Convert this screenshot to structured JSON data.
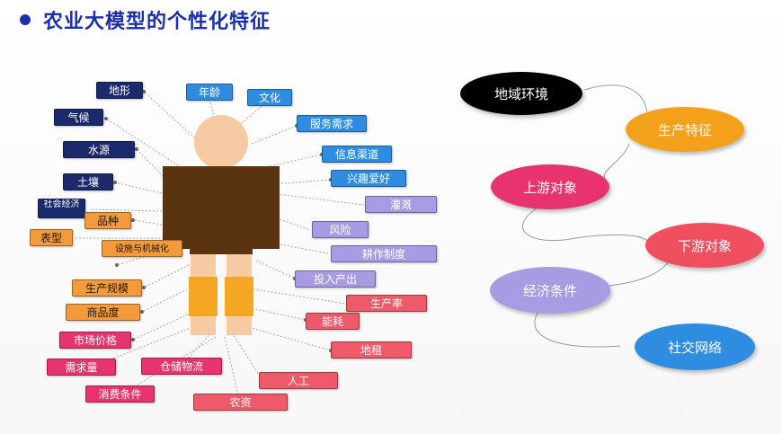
{
  "title": "农业大模型的个性化特征",
  "colors": {
    "title": "#1b2fa8",
    "body_brown": "#5a3410",
    "skin": "#f6caa2",
    "leg_orange": "#f5a623"
  },
  "left_tags": [
    {
      "label": "地形",
      "color": "c-navy"
    },
    {
      "label": "气候",
      "color": "c-navy"
    },
    {
      "label": "水源",
      "color": "c-navy"
    },
    {
      "label": "土壤",
      "color": "c-navy"
    },
    {
      "label": "社会经济",
      "color": "c-navy"
    },
    {
      "label": "品种",
      "color": "c-orange"
    },
    {
      "label": "表型",
      "color": "c-orange"
    },
    {
      "label": "设施与机械化",
      "color": "c-orange"
    },
    {
      "label": "生产规模",
      "color": "c-orange"
    },
    {
      "label": "商品度",
      "color": "c-orange"
    },
    {
      "label": "市场价格",
      "color": "c-pink"
    },
    {
      "label": "需求量",
      "color": "c-pink"
    },
    {
      "label": "仓储物流",
      "color": "c-pink"
    },
    {
      "label": "消费条件",
      "color": "c-pink"
    }
  ],
  "right_tags": [
    {
      "label": "年龄",
      "color": "c-blue"
    },
    {
      "label": "文化",
      "color": "c-blue"
    },
    {
      "label": "服务需求",
      "color": "c-blue"
    },
    {
      "label": "信息渠道",
      "color": "c-blue"
    },
    {
      "label": "兴趣爱好",
      "color": "c-blue"
    },
    {
      "label": "灌溉",
      "color": "c-lav"
    },
    {
      "label": "风险",
      "color": "c-lav"
    },
    {
      "label": "耕作制度",
      "color": "c-lav"
    },
    {
      "label": "投入产出",
      "color": "c-lav"
    },
    {
      "label": "生产率",
      "color": "c-red"
    },
    {
      "label": "能耗",
      "color": "c-red"
    },
    {
      "label": "地租",
      "color": "c-red"
    },
    {
      "label": "人工",
      "color": "c-red"
    },
    {
      "label": "农资",
      "color": "c-red"
    }
  ],
  "ovals": [
    {
      "label": "地域环境",
      "bg": "#000000",
      "fg": "#ffffff"
    },
    {
      "label": "生产特征",
      "bg": "#f5a01a",
      "fg": "#ffffff"
    },
    {
      "label": "上游对象",
      "bg": "#e8346e",
      "fg": "#ffffff"
    },
    {
      "label": "下游对象",
      "bg": "#ef4f5f",
      "fg": "#ffffff"
    },
    {
      "label": "经济条件",
      "bg": "#a99be3",
      "fg": "#ffffff"
    },
    {
      "label": "社交网络",
      "bg": "#2e8de0",
      "fg": "#ffffff"
    }
  ]
}
